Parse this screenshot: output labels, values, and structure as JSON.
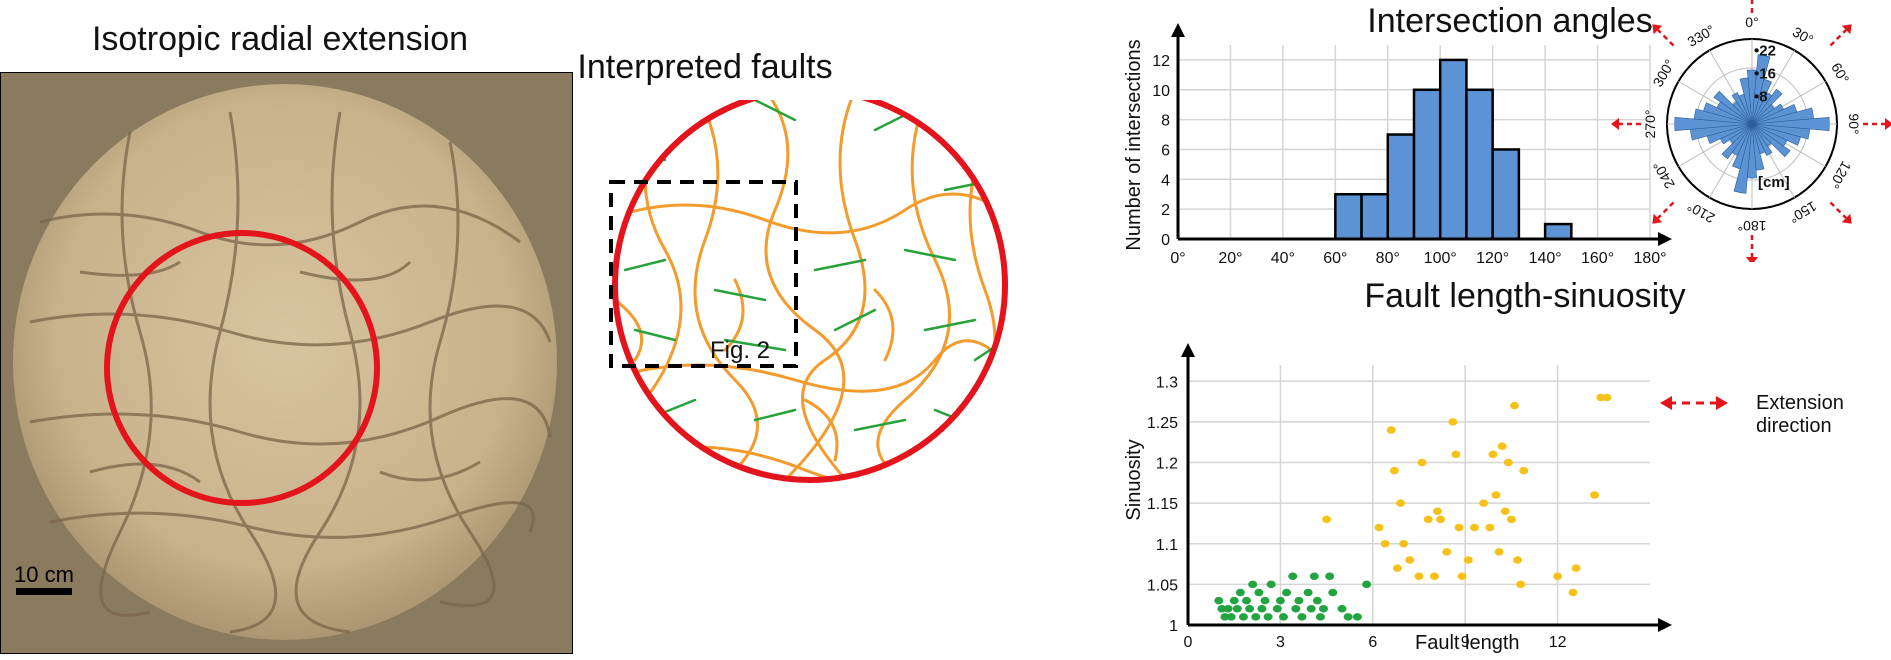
{
  "titles": {
    "photo": "Isotropic radial extension",
    "faults": "Interpreted faults",
    "histogram": "Intersection angles",
    "scatter": "Fault length-sinuosity"
  },
  "photo": {
    "scale_label": "10 cm"
  },
  "faults": {
    "box_label": "Fig. 2"
  },
  "colors": {
    "red": "#e3141b",
    "orange": "#f39b2d",
    "green": "#27a23a",
    "bar": "#5b93d5",
    "yellow": "#f6c21a",
    "scatter_green": "#22a540"
  },
  "legend": {
    "line1": "Extension",
    "line2": "direction"
  },
  "chart_data": [
    {
      "type": "bar",
      "title": "Intersection angles",
      "xlabel": "",
      "ylabel": "Number of intersections",
      "x_ticks": [
        "0°",
        "20°",
        "40°",
        "60°",
        "80°",
        "100°",
        "120°",
        "140°",
        "160°",
        "180°"
      ],
      "bin_width": 10,
      "bins_start": [
        60,
        70,
        80,
        90,
        100,
        110,
        120,
        130,
        140
      ],
      "values": [
        3,
        3,
        7,
        10,
        12,
        10,
        6,
        0,
        1
      ],
      "y_ticks": [
        0,
        2,
        4,
        6,
        8,
        10,
        12
      ],
      "xlim": [
        0,
        180
      ],
      "ylim": [
        0,
        13
      ],
      "grid": true
    },
    {
      "type": "bar",
      "subtype": "rose",
      "angle_labels": [
        "0°",
        "30°",
        "60°",
        "90°",
        "120°",
        "150°",
        "180°",
        "210°",
        "240°",
        "270°",
        "300°",
        "330°"
      ],
      "ring_labels": [
        "22",
        "16",
        "8"
      ],
      "unit_label": "[cm]",
      "directions_deg": [
        0,
        10,
        20,
        30,
        40,
        50,
        60,
        70,
        80,
        90,
        100,
        110,
        120,
        130,
        140,
        150,
        160,
        170,
        180,
        190,
        200,
        210,
        220,
        230,
        240,
        250,
        260,
        270,
        280,
        290,
        300,
        310,
        320,
        330,
        340,
        350
      ],
      "values": [
        14,
        18,
        12,
        9,
        11,
        7,
        9,
        12,
        16,
        20,
        15,
        13,
        10,
        12,
        7,
        9,
        8,
        12,
        14,
        18,
        12,
        9,
        11,
        7,
        9,
        12,
        16,
        20,
        15,
        13,
        10,
        12,
        7,
        9,
        8,
        12
      ],
      "rmax": 22
    },
    {
      "type": "scatter",
      "title": "Fault length-sinuosity",
      "xlabel": "Fault length",
      "ylabel": "Sinuosity",
      "x_ticks": [
        "0",
        "3",
        "6",
        "9",
        "12"
      ],
      "y_ticks": [
        "1",
        "1.05",
        "1.1",
        "1.15",
        "1.2",
        "1.25",
        "1.3"
      ],
      "xlim": [
        0,
        15
      ],
      "ylim": [
        1,
        1.32
      ],
      "grid": true,
      "series": [
        {
          "color": "#22a540",
          "points": [
            [
              1.0,
              1.03
            ],
            [
              1.1,
              1.02
            ],
            [
              1.2,
              1.01
            ],
            [
              1.3,
              1.02
            ],
            [
              1.4,
              1.01
            ],
            [
              1.5,
              1.03
            ],
            [
              1.6,
              1.02
            ],
            [
              1.7,
              1.04
            ],
            [
              1.8,
              1.01
            ],
            [
              1.9,
              1.03
            ],
            [
              2.0,
              1.02
            ],
            [
              2.1,
              1.05
            ],
            [
              2.2,
              1.01
            ],
            [
              2.3,
              1.04
            ],
            [
              2.4,
              1.02
            ],
            [
              2.5,
              1.03
            ],
            [
              2.6,
              1.01
            ],
            [
              2.7,
              1.05
            ],
            [
              2.9,
              1.02
            ],
            [
              3.0,
              1.03
            ],
            [
              3.1,
              1.01
            ],
            [
              3.2,
              1.04
            ],
            [
              3.4,
              1.06
            ],
            [
              3.5,
              1.02
            ],
            [
              3.6,
              1.03
            ],
            [
              3.7,
              1.01
            ],
            [
              3.9,
              1.04
            ],
            [
              4.0,
              1.02
            ],
            [
              4.1,
              1.06
            ],
            [
              4.2,
              1.03
            ],
            [
              4.3,
              1.01
            ],
            [
              4.4,
              1.02
            ],
            [
              4.6,
              1.06
            ],
            [
              4.7,
              1.04
            ],
            [
              5.0,
              1.02
            ],
            [
              5.2,
              1.01
            ],
            [
              5.5,
              1.01
            ],
            [
              5.8,
              1.05
            ]
          ]
        },
        {
          "color": "#f6c21a",
          "points": [
            [
              4.5,
              1.13
            ],
            [
              6.2,
              1.12
            ],
            [
              6.4,
              1.1
            ],
            [
              6.6,
              1.24
            ],
            [
              6.7,
              1.19
            ],
            [
              6.8,
              1.07
            ],
            [
              6.9,
              1.15
            ],
            [
              7.0,
              1.1
            ],
            [
              7.2,
              1.08
            ],
            [
              7.5,
              1.06
            ],
            [
              7.6,
              1.2
            ],
            [
              7.8,
              1.13
            ],
            [
              8.0,
              1.06
            ],
            [
              8.1,
              1.14
            ],
            [
              8.2,
              1.13
            ],
            [
              8.4,
              1.09
            ],
            [
              8.6,
              1.25
            ],
            [
              8.7,
              1.21
            ],
            [
              8.8,
              1.12
            ],
            [
              8.9,
              1.06
            ],
            [
              9.1,
              1.08
            ],
            [
              9.3,
              1.12
            ],
            [
              9.6,
              1.15
            ],
            [
              9.8,
              1.12
            ],
            [
              9.9,
              1.21
            ],
            [
              10.0,
              1.16
            ],
            [
              10.1,
              1.09
            ],
            [
              10.2,
              1.22
            ],
            [
              10.3,
              1.14
            ],
            [
              10.4,
              1.2
            ],
            [
              10.5,
              1.13
            ],
            [
              10.6,
              1.27
            ],
            [
              10.7,
              1.08
            ],
            [
              10.8,
              1.05
            ],
            [
              10.9,
              1.19
            ],
            [
              12.0,
              1.06
            ],
            [
              12.5,
              1.04
            ],
            [
              12.6,
              1.07
            ],
            [
              13.2,
              1.16
            ],
            [
              13.4,
              1.28
            ],
            [
              13.6,
              1.28
            ]
          ]
        }
      ]
    }
  ]
}
